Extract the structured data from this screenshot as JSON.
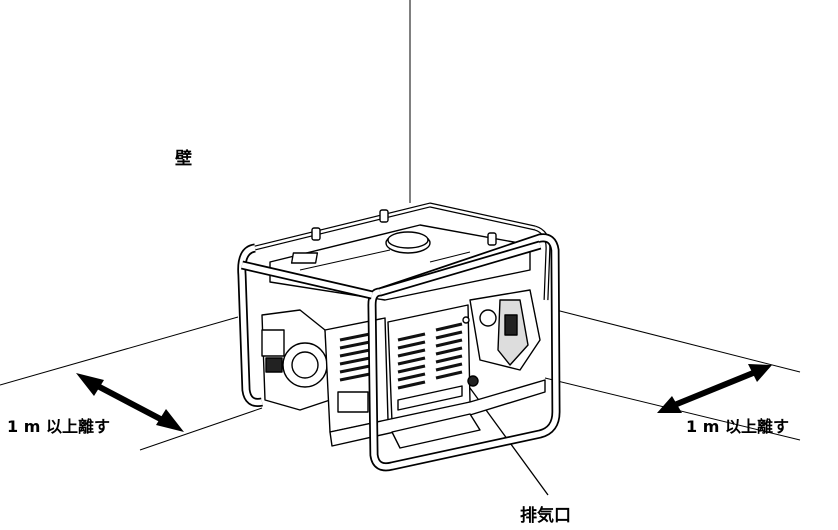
{
  "labels": {
    "wall": "壁",
    "clearance_left": "1 m 以上離す",
    "clearance_right": "1 m 以上離す",
    "exhaust_port": "排気口"
  },
  "colors": {
    "line": "#000000",
    "generator_fill": "#ffffff",
    "louver": "#111111"
  },
  "icons": [
    "generator-illustration",
    "double-arrow-icon"
  ]
}
